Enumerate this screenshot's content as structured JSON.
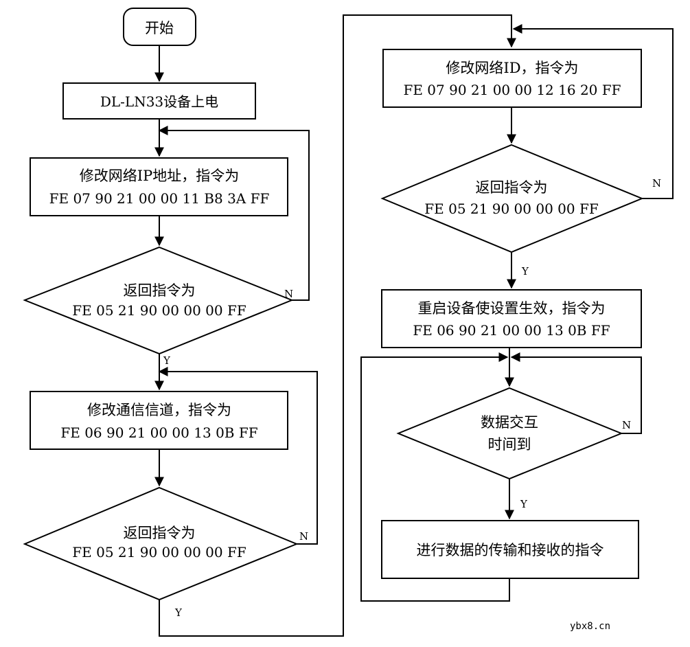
{
  "flowchart": {
    "start": "开始",
    "power_on": "DL-LN33设备上电",
    "modify_ip": {
      "title": "修改网络IP地址，指令为",
      "code_prefix": "FE 07 90 21 00 00 11",
      "code_bold": "B8 3A",
      "code_suffix": "FF"
    },
    "reply_1": {
      "title": "返回指令为",
      "code": "FE 05 21 90 00 00 00 FF"
    },
    "modify_channel": {
      "title": "修改通信信道，指令为",
      "code_prefix": "FE 06 90 21 00 00 13",
      "code_bold": "0B",
      "code_suffix": "FF"
    },
    "reply_2": {
      "title": "返回指令为",
      "code": "FE 05 21 90 00 00 00 FF"
    },
    "modify_id": {
      "title": "修改网络ID，指令为",
      "code_prefix": "FE 07 90 21 00 00 12",
      "code_bold": "16 20",
      "code_suffix": "FF"
    },
    "reply_3": {
      "title": "返回指令为",
      "code": "FE 05 21 90 00 00 00 FF"
    },
    "restart": {
      "title": "重启设备使设置生效，指令为",
      "code_prefix": "FE 06 90 21 00 00 13",
      "code_bold": "0B",
      "code_suffix": "FF"
    },
    "data_time": {
      "line1": "数据交互",
      "line2": "时间到"
    },
    "transfer": "进行数据的传输和接收的指令",
    "labels": {
      "yes": "Y",
      "no": "N"
    }
  },
  "watermark": "ybx8.cn"
}
